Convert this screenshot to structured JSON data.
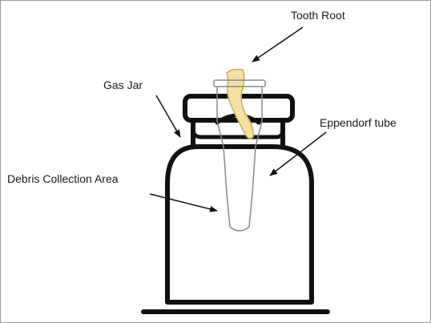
{
  "labels": {
    "tooth_root": "Tooth Root",
    "gas_jar": "Gas Jar",
    "eppendorf_tube": "Eppendorf tube",
    "debris_collection_area": "Debris Collection Area"
  },
  "colors": {
    "outline": "#111111",
    "tooth_fill": "#f4e1a1",
    "tooth_edge": "#c9ae5c",
    "tube_outline": "#8a8a8a",
    "frame_border": "#9a9a9a"
  }
}
